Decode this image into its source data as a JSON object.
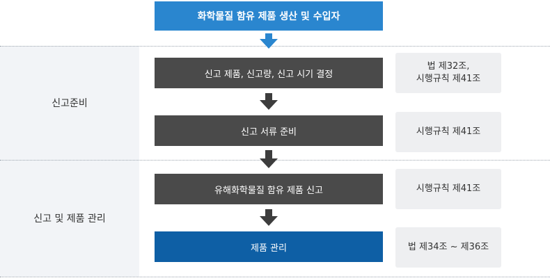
{
  "top_box": {
    "label": "화학물질 함유 제품 생산 및 수입자",
    "color": "#2a86cf"
  },
  "sections": [
    {
      "label": "신고준비"
    },
    {
      "label": "신고 및 제품 관리"
    }
  ],
  "steps": [
    {
      "label": "신고 제품, 신고량, 신고 시기 결정",
      "ref_lines": [
        "법 제32조,",
        "시행규칙 제41조"
      ],
      "color": "#4a4a4a"
    },
    {
      "label": "신고 서류 준비",
      "ref_lines": [
        "시행규칙 제41조"
      ],
      "color": "#4a4a4a"
    },
    {
      "label": "유해화학물질 함유 제품 신고",
      "ref_lines": [
        "시행규칙 제41조"
      ],
      "color": "#4a4a4a"
    },
    {
      "label": "제품 관리",
      "ref_lines": [
        "법 제34조 ~ 제36조"
      ],
      "color": "#0e5fa5"
    }
  ],
  "colors": {
    "arrow_blue": "#2a86cf",
    "arrow_dark": "#3d3d3d"
  }
}
